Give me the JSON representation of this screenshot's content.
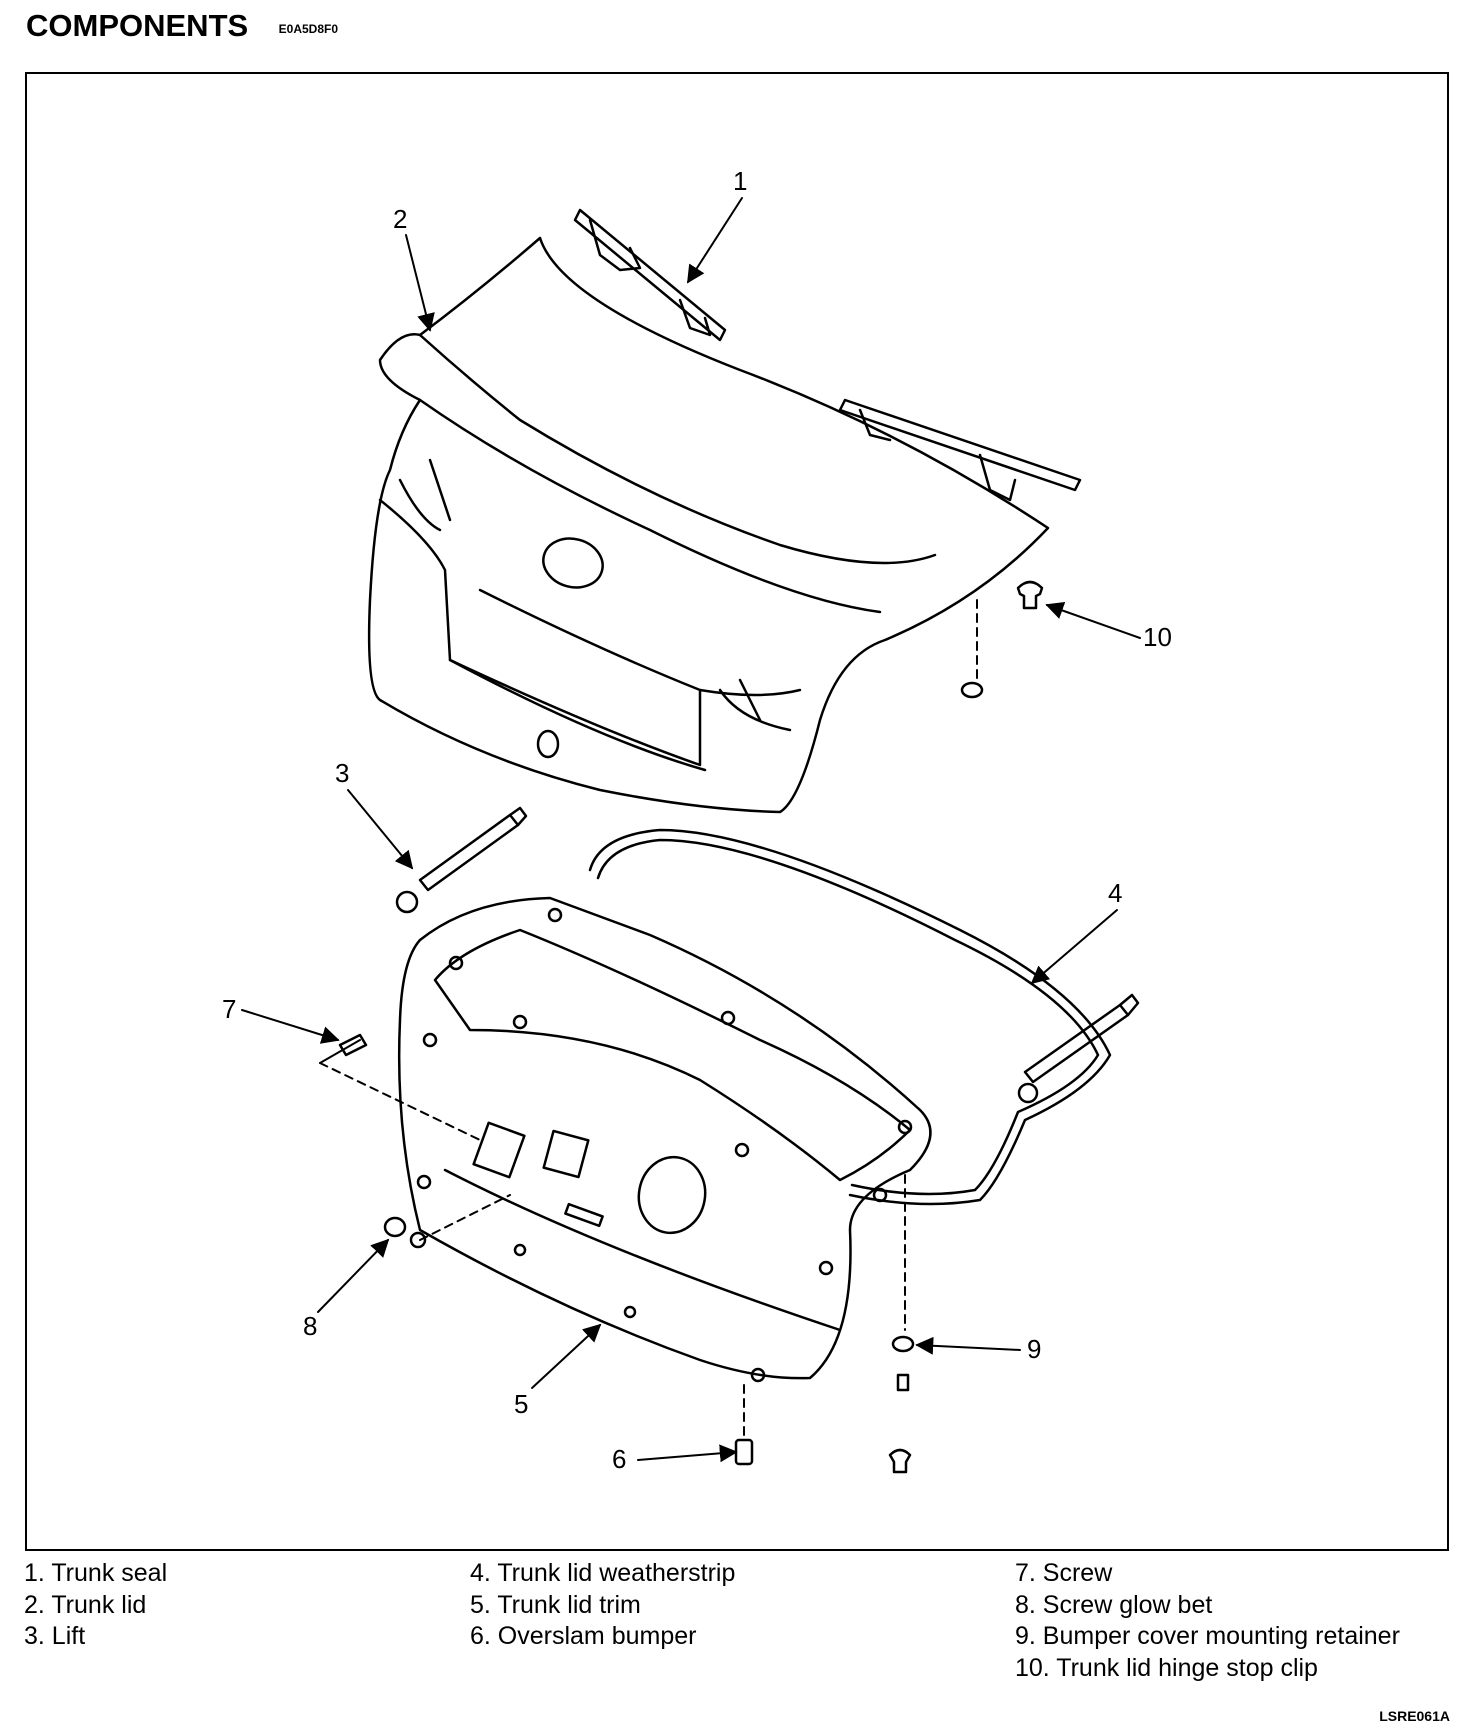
{
  "header": {
    "title": "COMPONENTS",
    "code": "E0A5D8F0"
  },
  "callouts": [
    "1",
    "2",
    "3",
    "4",
    "5",
    "6",
    "7",
    "8",
    "9",
    "10"
  ],
  "legend": {
    "col1": [
      "1. Trunk seal",
      "2. Trunk lid",
      "3. Lift"
    ],
    "col2": [
      "4. Trunk lid weatherstrip",
      "5. Trunk lid trim",
      "6. Overslam bumper"
    ],
    "col3": [
      "7. Screw",
      "8. Screw glow bet",
      "9. Bumper cover mounting retainer",
      "10. Trunk lid hinge stop clip"
    ]
  },
  "figure_code": "LSRE061A"
}
